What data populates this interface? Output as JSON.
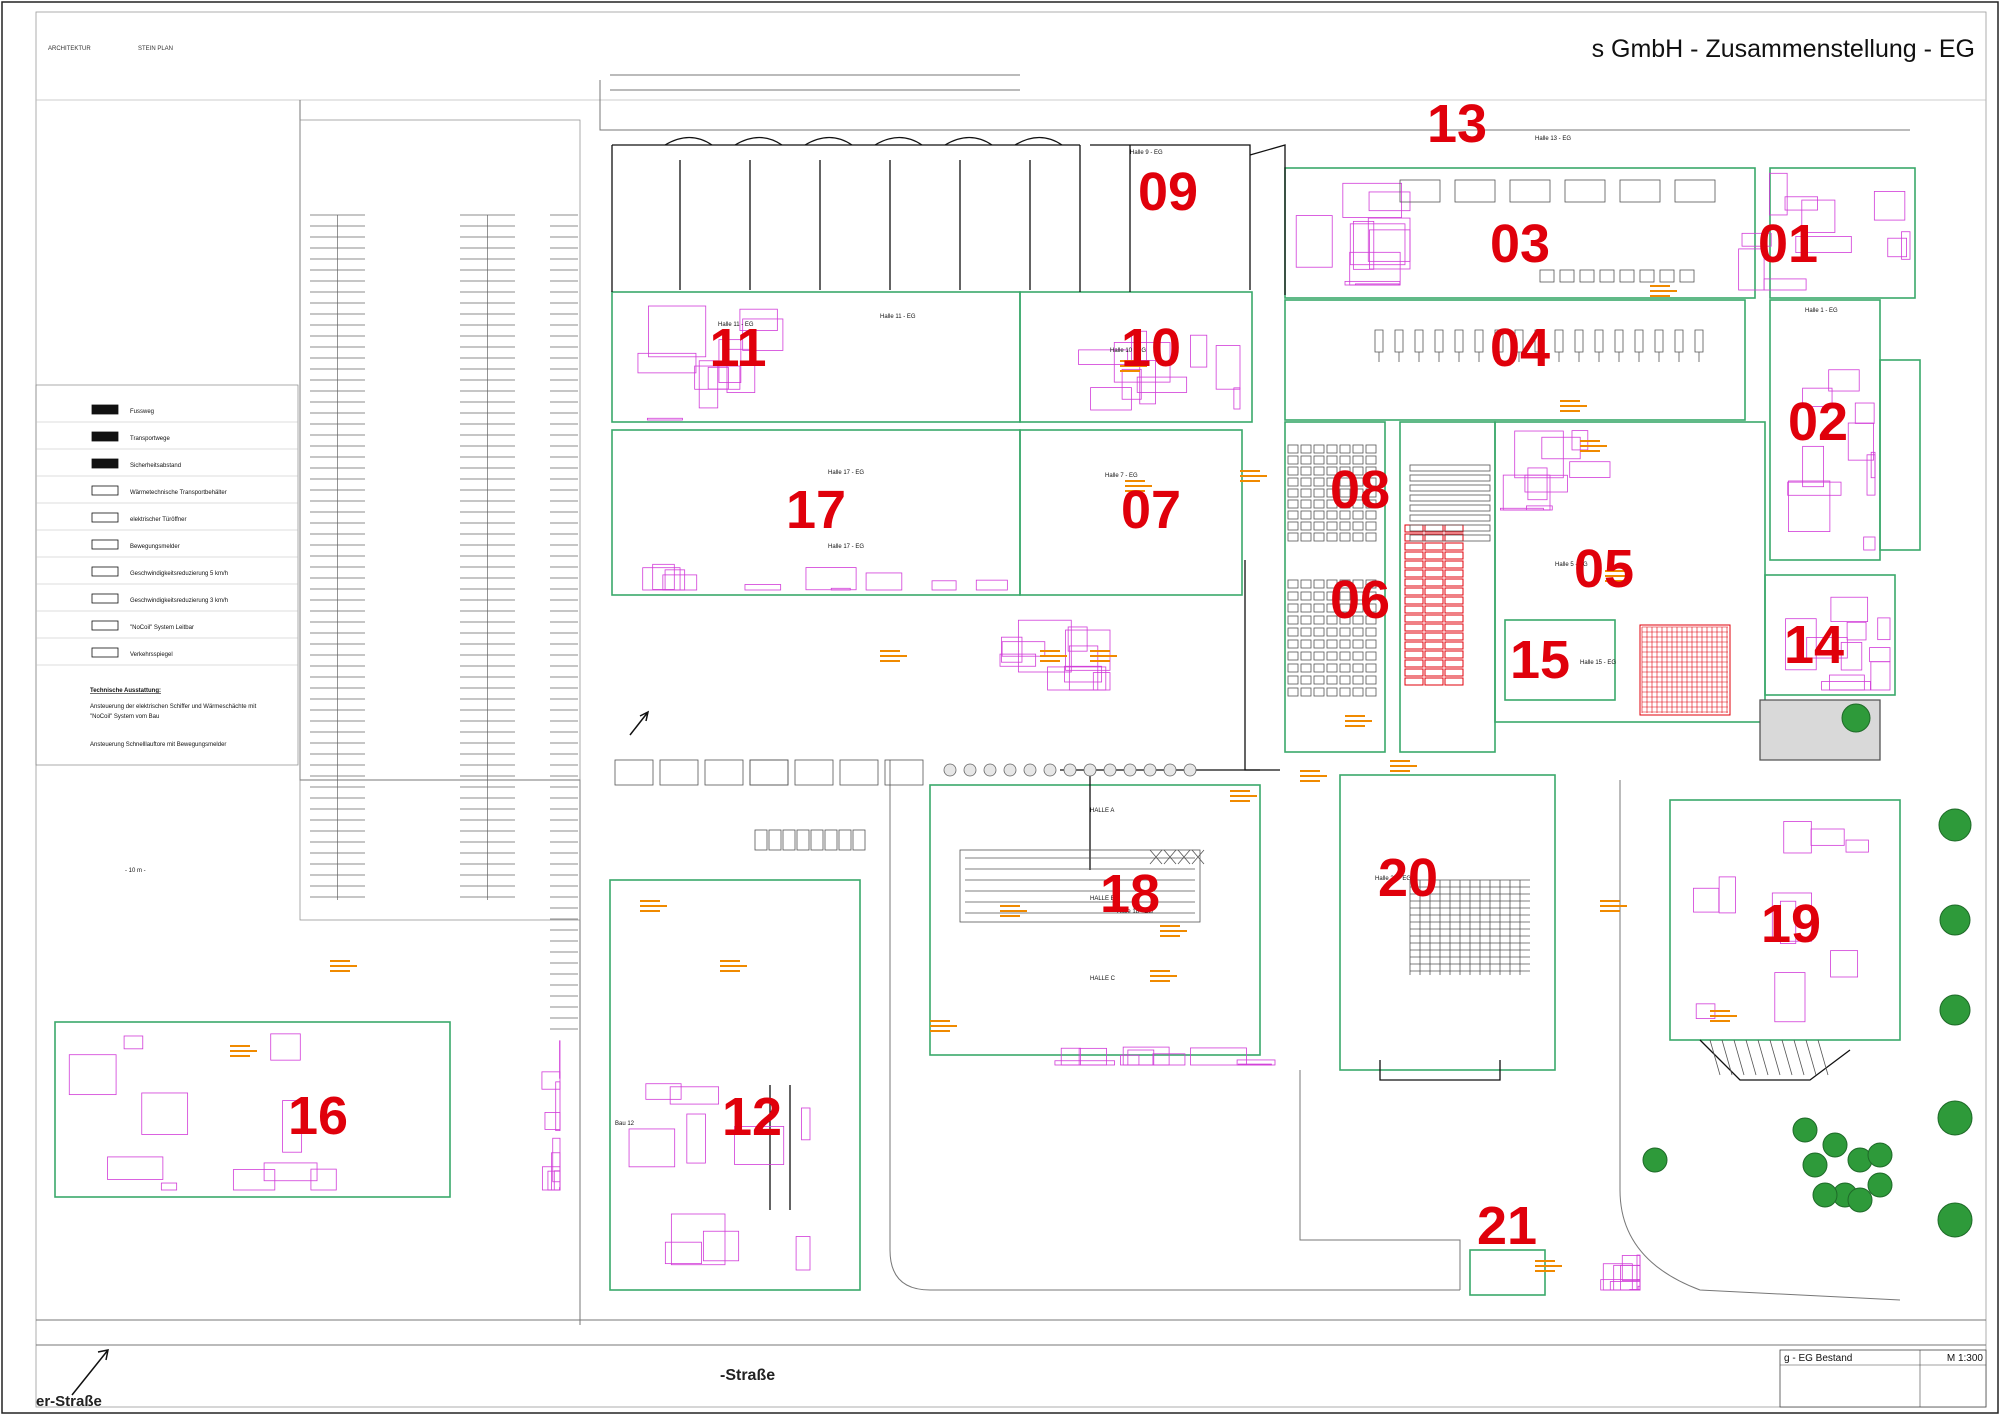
{
  "drawing": {
    "title": "s GmbH - Zusammenstellung - EG",
    "header_small_left": "ARCHITEKTUR",
    "header_small_right": "STEIN PLAN",
    "scale_bar": "- 10 m -",
    "title_block_text": "g - EG Bestand",
    "title_block_scale": "M 1:300"
  },
  "streets": {
    "bottom": "-Straße",
    "bottom_left": "er-Straße"
  },
  "legend": {
    "items": [
      "Fussweg",
      "Transportwege",
      "Sicherheitsabstand",
      "Wärmetechnische Transportbehälter",
      "elektrischer Türöffner",
      "Bewegungsmelder",
      "Geschwindigkeitsreduzierung 5 km/h",
      "Geschwindigkeitsreduzierung 3 km/h",
      "\"NoCoil\" System Leitbar",
      "Verkehrsspiegel"
    ],
    "tech_title": "Technische Ausstattung:",
    "tech_lines": [
      "Ansteuerung der elektrischen Schiffer und Wärmeschächte mit",
      "\"NoCoil\" System vom Bau",
      "Ansteuerung Schnelllauftore mit Bewegungsmelder"
    ]
  },
  "hall_labels": [
    "Halle 11 - EG",
    "Halle 10 - EG",
    "Halle 17 - EG",
    "Halle 7 - EG",
    "Halle 9 - EG",
    "Halle 13 - EG",
    "Halle 1 - EG",
    "Halle 5 - EG",
    "Halle 15 - EG",
    "Halle 18 - EG",
    "Halle 20 - EG",
    "HALLE A",
    "HALLE B",
    "HALLE C",
    "Bau 12"
  ],
  "buildings": [
    {
      "number": "01"
    },
    {
      "number": "02"
    },
    {
      "number": "03"
    },
    {
      "number": "04"
    },
    {
      "number": "05"
    },
    {
      "number": "06"
    },
    {
      "number": "07"
    },
    {
      "number": "08"
    },
    {
      "number": "09"
    },
    {
      "number": "10"
    },
    {
      "number": "11"
    },
    {
      "number": "12"
    },
    {
      "number": "13"
    },
    {
      "number": "14"
    },
    {
      "number": "15"
    },
    {
      "number": "16"
    },
    {
      "number": "17"
    },
    {
      "number": "18"
    },
    {
      "number": "19"
    },
    {
      "number": "20"
    },
    {
      "number": "21"
    }
  ],
  "colors": {
    "building_outline": "#3aa86b",
    "room_lines": "#d13bd8",
    "annotation": "#f08a00",
    "number_label": "#e0000b",
    "structure": "#111111",
    "trees": "#2e9a3a"
  }
}
